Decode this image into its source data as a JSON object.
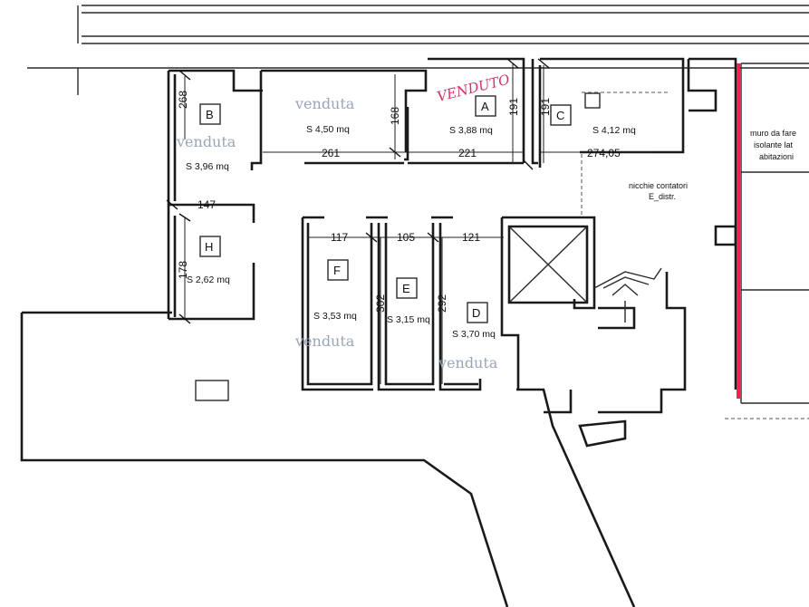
{
  "units": [
    {
      "id": "A",
      "letter": "A",
      "area": "S 3,88 mq"
    },
    {
      "id": "B",
      "letter": "B",
      "area": "S 3,96 mq"
    },
    {
      "id": "C",
      "letter": "C",
      "area": "S 4,12 mq"
    },
    {
      "id": "D",
      "letter": "D",
      "area": "S 3,70 mq"
    },
    {
      "id": "E",
      "letter": "E",
      "area": "S 3,15 mq"
    },
    {
      "id": "F",
      "letter": "F",
      "area": "S 3,53 mq"
    },
    {
      "id": "H",
      "letter": "H",
      "area": "S 2,62 mq"
    },
    {
      "id": "top",
      "letter": "",
      "area": "S 4,50 mq"
    }
  ],
  "dimensions": {
    "d268": "268",
    "d168": "168",
    "d191a": "191",
    "d191b": "191",
    "d261": "261",
    "d221": "221",
    "d27405": "274,05",
    "d147": "147",
    "d178": "178",
    "d117": "117",
    "d105": "105",
    "d121": "121",
    "d302": "302",
    "d292": "292"
  },
  "sold_label": "venduta",
  "handwritten_sold": "VENDUTO",
  "notes": {
    "meters_line1": "nicchie contatori",
    "meters_line2": "E_distr.",
    "wall_line1": "muro da fare",
    "wall_line2": "isolante lat",
    "wall_line3": "abitazioni"
  },
  "colors": {
    "sold_stamp": "#9aa5b8",
    "handwriting": "#d0326a",
    "insulating_wall": "#e8264f"
  }
}
